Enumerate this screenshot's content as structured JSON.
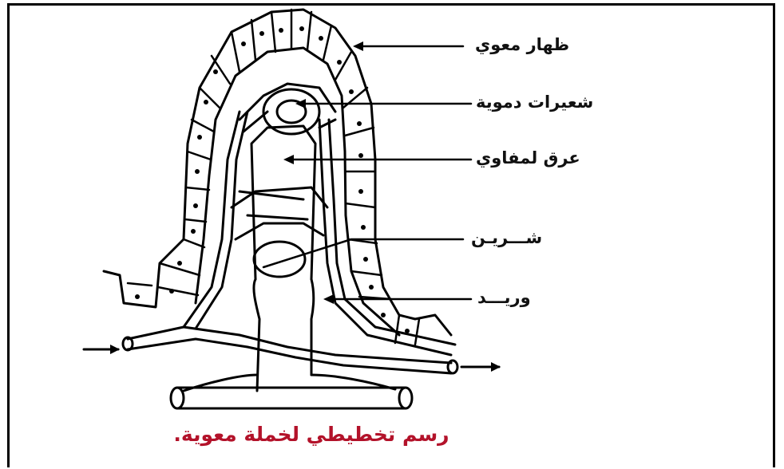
{
  "labels": {
    "epithelium": "ظهار معوي",
    "capillaries": "شعيرات دموية",
    "lacteal": "عرق لمفاوي",
    "artery": "شـــريـن",
    "vein": "وريـــد"
  },
  "caption": "رسم تخطيطي لخملة معوية.",
  "colors": {
    "caption": "#b3122a",
    "ink": "#000000"
  }
}
